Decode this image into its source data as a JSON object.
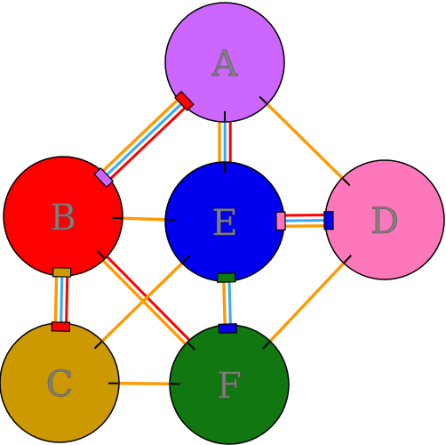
{
  "nodes": [
    {
      "id": "A",
      "label": "A",
      "color": "#cc66ff"
    },
    {
      "id": "B",
      "label": "B",
      "color": "#ff0000"
    },
    {
      "id": "C",
      "label": "C",
      "color": "#cc9900"
    },
    {
      "id": "D",
      "label": "D",
      "color": "#ff77bb"
    },
    {
      "id": "E",
      "label": "E",
      "color": "#0000ee"
    },
    {
      "id": "F",
      "label": "F",
      "color": "#117711"
    }
  ],
  "edges": [
    {
      "from": "A",
      "to": "B",
      "colors": [
        "#ff0000",
        "#ffffff",
        "#33aaff",
        "#ffffff",
        "#ff9900"
      ],
      "badges": [
        {
          "at": "A",
          "color": "#ff0000"
        },
        {
          "at": "B",
          "color": "#cc66ff"
        }
      ]
    },
    {
      "from": "A",
      "to": "E",
      "colors": [
        "#ff0000",
        "#ffffff",
        "#33aaff",
        "#ffffff",
        "#ff9900"
      ],
      "badges": []
    },
    {
      "from": "A",
      "to": "D",
      "colors": [
        "#ff9900"
      ],
      "badges": []
    },
    {
      "from": "B",
      "to": "E",
      "colors": [
        "#ff9900"
      ],
      "badges": []
    },
    {
      "from": "B",
      "to": "C",
      "colors": [
        "#ff0000",
        "#ffffff",
        "#33aaff",
        "#ffffff",
        "#ff9900"
      ],
      "badges": [
        {
          "at": "B",
          "color": "#cc9900"
        },
        {
          "at": "C",
          "color": "#ff0000"
        }
      ]
    },
    {
      "from": "B",
      "to": "F",
      "colors": [
        "#ff0000",
        "#ffffff",
        "#ff9900"
      ],
      "badges": []
    },
    {
      "from": "E",
      "to": "D",
      "colors": [
        "#ff0000",
        "#ffffff",
        "#33aaff",
        "#ffffff",
        "#ff9900"
      ],
      "badges": [
        {
          "at": "E",
          "color": "#ff77bb"
        },
        {
          "at": "D",
          "color": "#0000ee"
        }
      ]
    },
    {
      "from": "E",
      "to": "F",
      "colors": [
        "#33aaff",
        "#ffffff",
        "#ff9900"
      ],
      "badges": [
        {
          "at": "E",
          "color": "#117711"
        },
        {
          "at": "F",
          "color": "#0000ee"
        }
      ]
    },
    {
      "from": "E",
      "to": "C",
      "colors": [
        "#ff9900"
      ],
      "badges": []
    },
    {
      "from": "D",
      "to": "F",
      "colors": [
        "#ff9900"
      ],
      "badges": []
    },
    {
      "from": "C",
      "to": "F",
      "colors": [
        "#ff9900"
      ],
      "badges": []
    }
  ]
}
